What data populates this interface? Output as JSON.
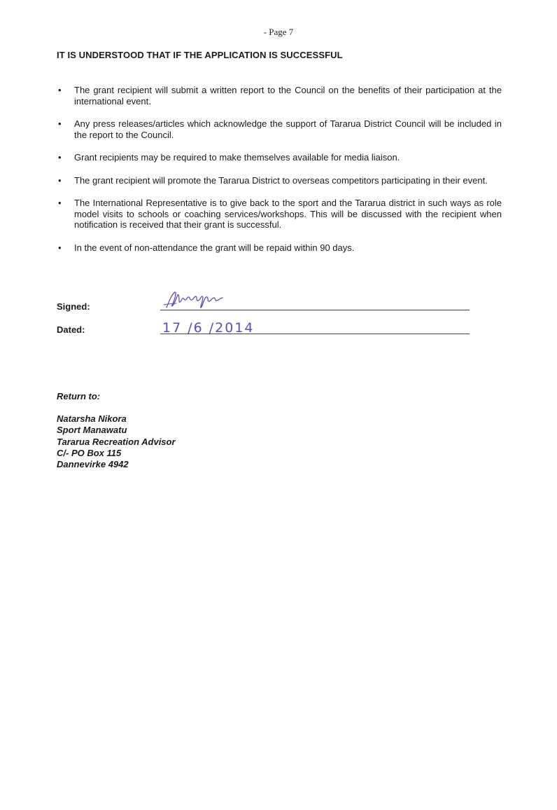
{
  "page_number": "- Page 7",
  "heading": "IT IS UNDERSTOOD THAT IF THE APPLICATION IS SUCCESSFUL",
  "conditions": [
    "The grant recipient will submit a written report to the Council on the benefits of their participation at the international event.",
    "Any press releases/articles which acknowledge the support of Tararua District Council will be included in the report to the Council.",
    "Grant recipients may be required to make themselves available for media liaison.",
    "The grant recipient will promote the Tararua District to overseas competitors participating in their event.",
    "The International Representative is to give back to the sport and the Tararua district in such ways as role model visits to schools or coaching services/workshops.  This will be discussed with the recipient when notification is received that their grant is successful.",
    "In the event of non-attendance the grant will be repaid within 90 days."
  ],
  "signature_block": {
    "signed_label": "Signed:",
    "dated_label": "Dated:",
    "dated_value": "17 /6 /2014",
    "ink_color": "#5b4fb8"
  },
  "return_to": {
    "label": "Return to:",
    "address_lines": [
      "Natarsha Nikora",
      "Sport Manawatu",
      "Tararua Recreation Advisor",
      "C/- PO Box 115",
      "Dannevirke 4942"
    ]
  }
}
